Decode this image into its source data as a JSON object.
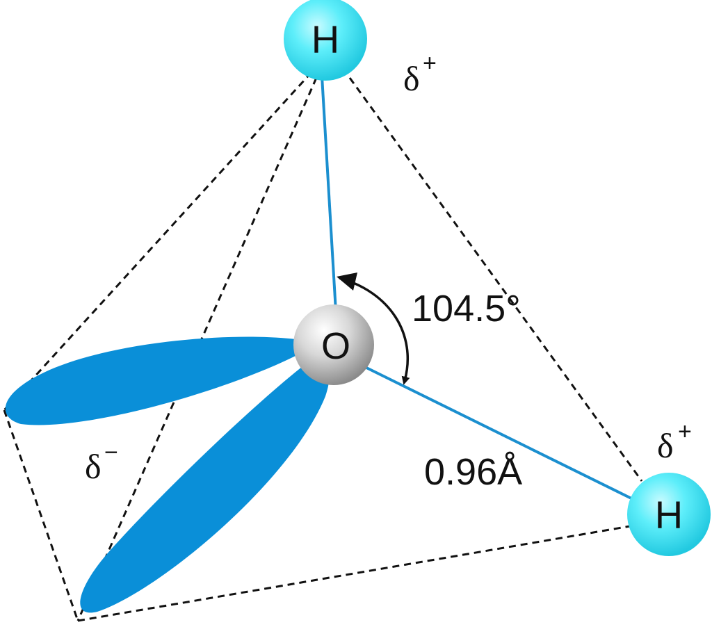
{
  "atoms": {
    "hydrogen_top": "H",
    "hydrogen_right": "H",
    "oxygen": "O"
  },
  "measurements": {
    "bond_angle": "104.5°",
    "bond_length": "0.96Å"
  },
  "charges": {
    "top_hydrogen": {
      "symbol": "δ",
      "sign": "+"
    },
    "right_hydrogen": {
      "symbol": "δ",
      "sign": "+"
    },
    "lone_pairs": {
      "symbol": "δ",
      "sign": "−"
    }
  },
  "colors": {
    "lone_pair_lobe": "#0a8fd8",
    "bond": "#1b8fcf",
    "hydrogen": "#4fe8f5",
    "oxygen": "#bdbdbd",
    "dashed_edge": "#111111"
  }
}
